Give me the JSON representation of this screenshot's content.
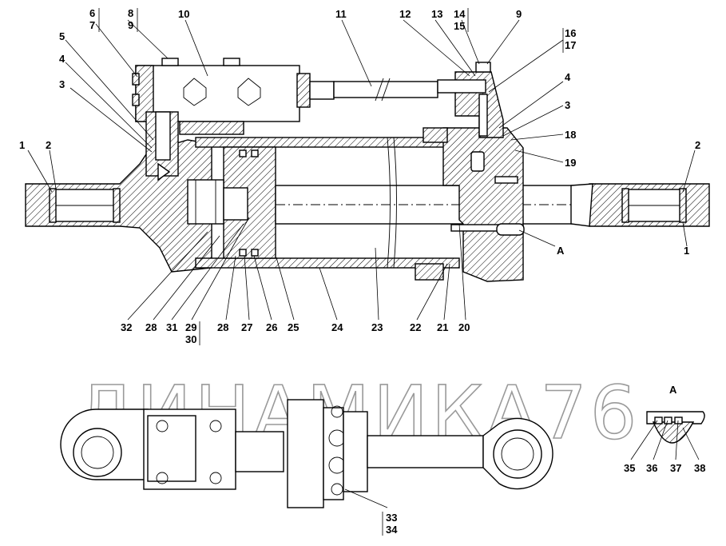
{
  "watermark": "ДИНАМИКА76",
  "callouts": {
    "c1_left": "1",
    "c2_left": "2",
    "c3_left": "3",
    "c4_left": "4",
    "c5": "5",
    "c6": "6",
    "c7": "7",
    "c8": "8",
    "c9_top": "9",
    "c10": "10",
    "c11": "11",
    "c12": "12",
    "c13": "13",
    "c14": "14",
    "c15": "15",
    "c9_right": "9",
    "c16": "16",
    "c17": "17",
    "c4_right": "4",
    "c3_right": "3",
    "c18": "18",
    "c19": "19",
    "c2_right": "2",
    "c1_right": "1",
    "cA": "A",
    "c32": "32",
    "c28a": "28",
    "c31": "31",
    "c29": "29",
    "c30": "30",
    "c28b": "28",
    "c27": "27",
    "c26": "26",
    "c25": "25",
    "c24": "24",
    "c23": "23",
    "c22": "22",
    "c21": "21",
    "c20": "20",
    "c33": "33",
    "c34": "34",
    "c35": "35",
    "c36": "36",
    "c37": "37",
    "c38": "38",
    "detail_A": "A"
  }
}
